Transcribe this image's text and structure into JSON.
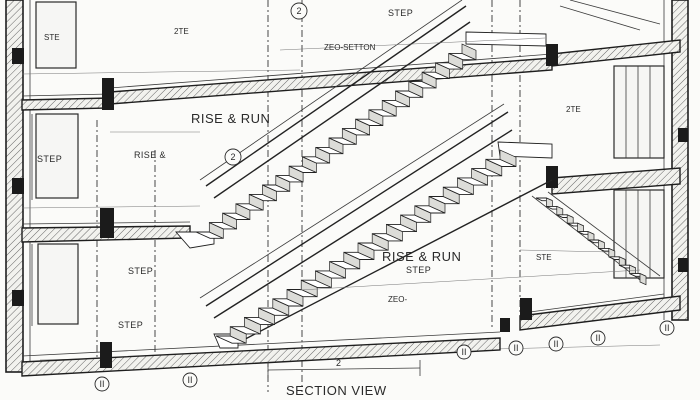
{
  "title": "SECTION VIEW",
  "labels": {
    "rise_run_upper": "RISE & RUN",
    "rise_run_lower": "RISE & RUN",
    "rise_short": "RISE &",
    "step_top": "STEP",
    "step_mid_left": "STEP",
    "step_lower_left": "STEP",
    "step_lower_right": "STEP",
    "step_bottom_left": "STEP",
    "ste_top_left": "STE",
    "zte_top": "2TE",
    "zte_right": "2TE",
    "zeo_section": "ZEO-SETTON",
    "zeo_lower": "ZEO-",
    "ste_right": "STE"
  },
  "dimension": "2",
  "section_markers": [
    "2",
    "2"
  ],
  "grid_bubbles": [
    "II",
    "II",
    "II",
    "II",
    "II",
    "II",
    "II"
  ]
}
